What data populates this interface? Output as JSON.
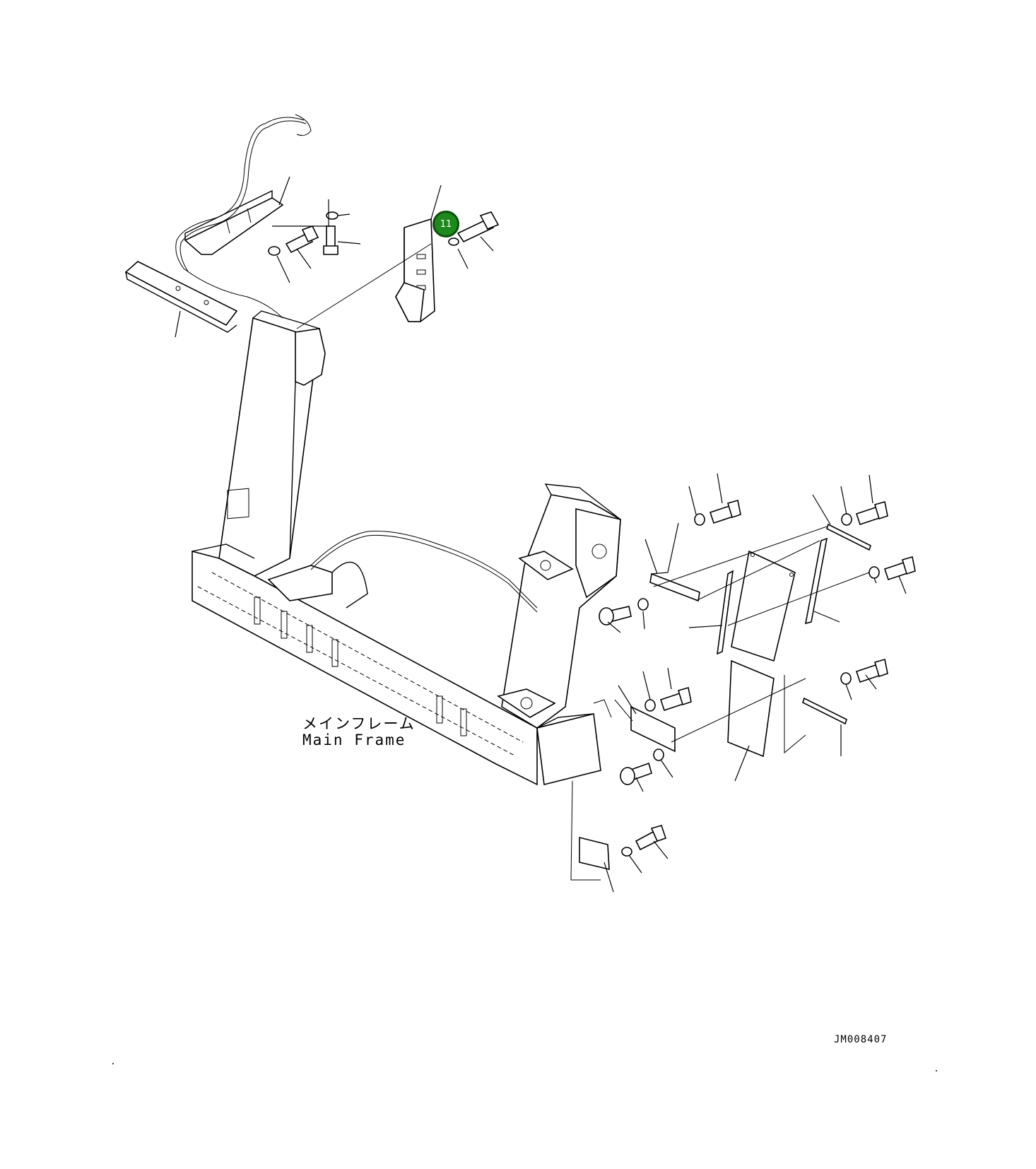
{
  "labels": {
    "frame_ja": "メインフレーム",
    "frame_en": "Main Frame"
  },
  "doc_code": "JM008407",
  "callout": {
    "number": "11",
    "color": "#1e8a1e"
  }
}
